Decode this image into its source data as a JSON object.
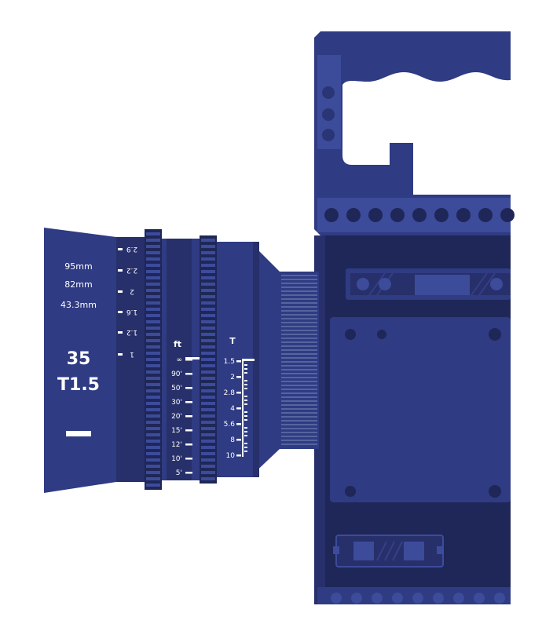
{
  "illustration": {
    "colors": {
      "dark": "#1f2758",
      "mid": "#2f3b82",
      "light": "#3d4b9b",
      "accent": "#4a5aae",
      "stripe": "#56649f",
      "white": "#ffffff"
    },
    "lens": {
      "focal_lengths": [
        "95mm",
        "82mm",
        "43.3mm"
      ],
      "model_number": "35",
      "t_stop": "T1.5",
      "meter_ring_marks": [
        "2.9",
        "2.2",
        "2",
        "1.6",
        "1.2",
        "1"
      ],
      "focus_ring": {
        "unit": "ft",
        "marks": [
          "∞",
          "90'",
          "50'",
          "30'",
          "20'",
          "15'",
          "12'",
          "10'",
          "5'"
        ]
      },
      "aperture_ring": {
        "unit": "T",
        "marks": [
          "1.5",
          "2",
          "2.8",
          "4",
          "5.6",
          "8",
          "10"
        ]
      }
    }
  }
}
